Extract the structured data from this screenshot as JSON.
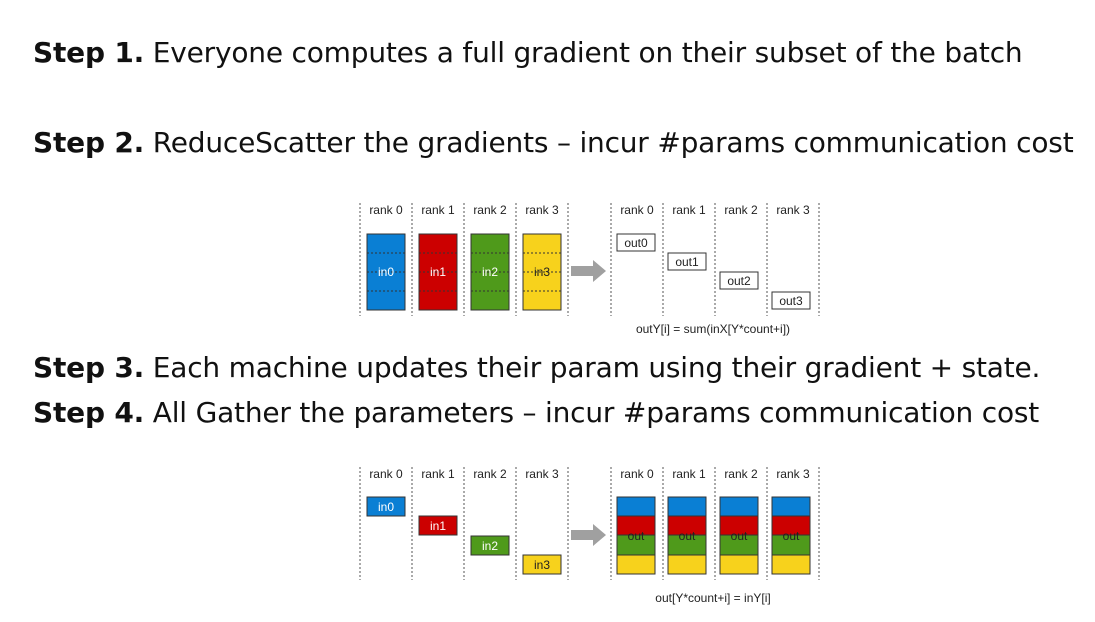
{
  "steps": [
    {
      "label": "Step 1.",
      "text": "Everyone computes a full gradient on their subset of the batch"
    },
    {
      "label": "Step 2.",
      "text": "ReduceScatter the gradients – incur #params communication cost"
    },
    {
      "label": "Step 3.",
      "text": "Each machine updates their param using their gradient + state."
    },
    {
      "label": "Step 4.",
      "text": "All Gather the parameters – incur #params communication cost"
    }
  ],
  "colors": {
    "rank0": "#0a7fd4",
    "rank1": "#cc0000",
    "rank2": "#4f9a1b",
    "rank3": "#f7d21c",
    "arrow": "#a0a0a0"
  },
  "reduce_scatter": {
    "ranks_in": [
      "rank 0",
      "rank 1",
      "rank 2",
      "rank 3"
    ],
    "inputs": [
      "in0",
      "in1",
      "in2",
      "in3"
    ],
    "ranks_out": [
      "rank 0",
      "rank 1",
      "rank 2",
      "rank 3"
    ],
    "outputs": [
      "out0",
      "out1",
      "out2",
      "out3"
    ],
    "formula": "outY[i] = sum(inX[Y*count+i])"
  },
  "all_gather": {
    "ranks_in": [
      "rank 0",
      "rank 1",
      "rank 2",
      "rank 3"
    ],
    "inputs": [
      "in0",
      "in1",
      "in2",
      "in3"
    ],
    "ranks_out": [
      "rank 0",
      "rank 1",
      "rank 2",
      "rank 3"
    ],
    "outputs": [
      "out",
      "out",
      "out",
      "out"
    ],
    "formula": "out[Y*count+i] = inY[i]"
  }
}
